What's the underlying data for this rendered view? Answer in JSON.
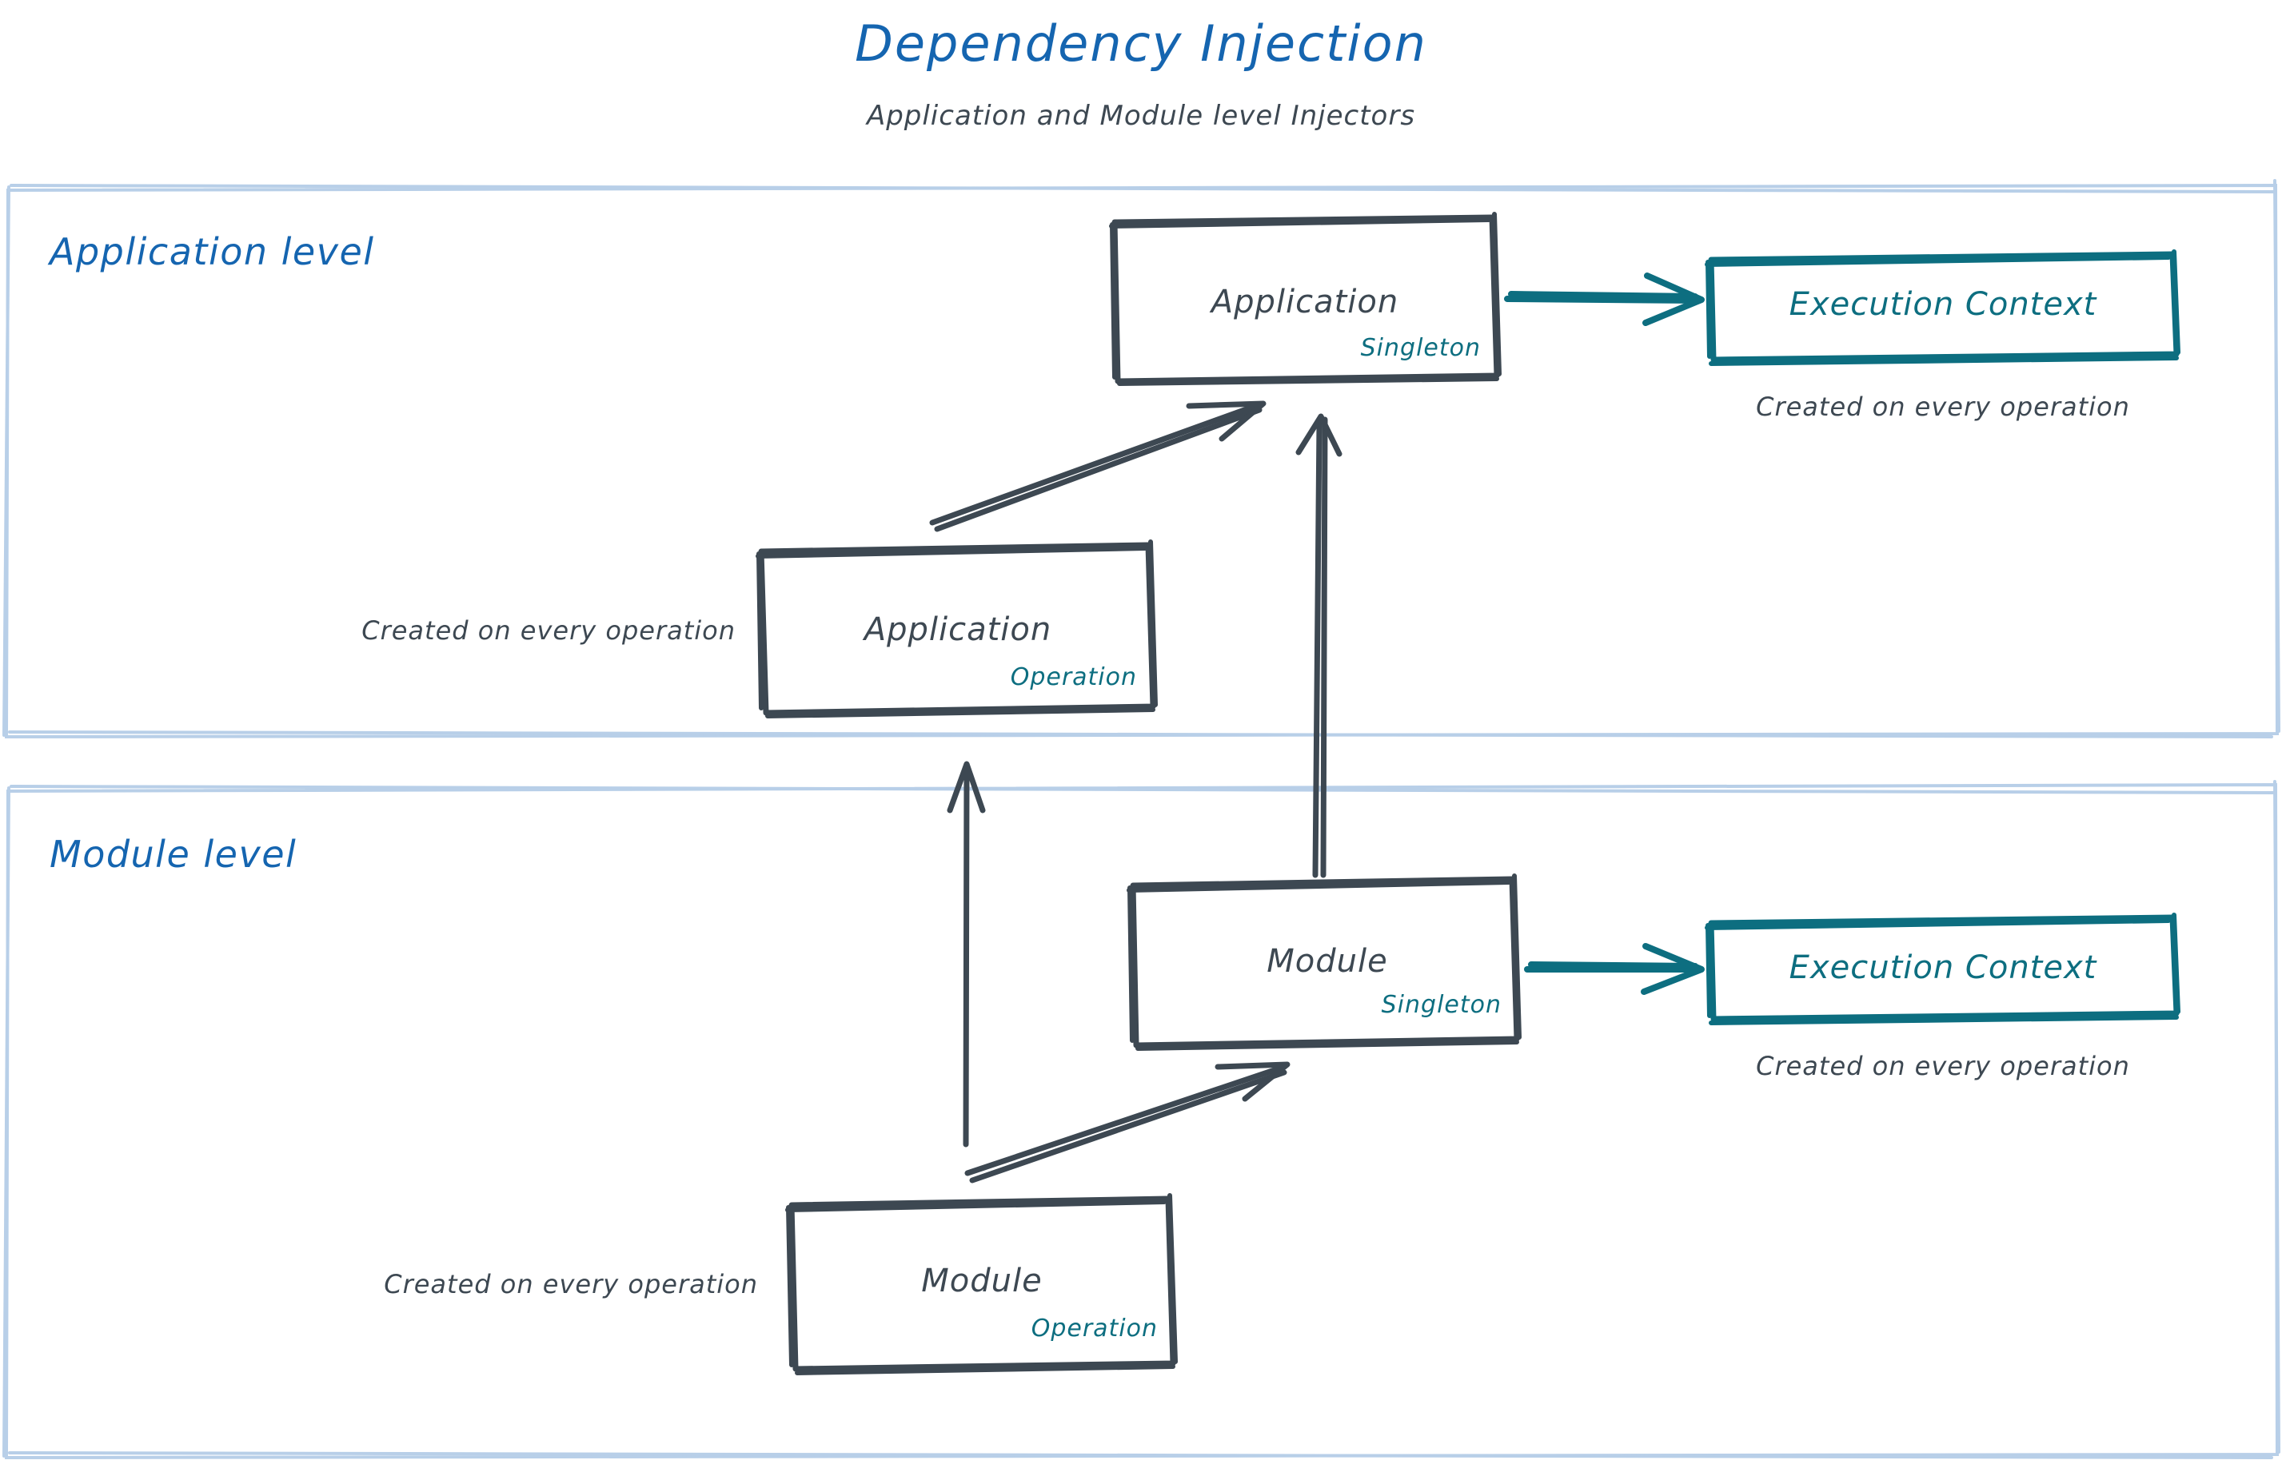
{
  "header": {
    "title": "Dependency Injection",
    "subtitle": "Application and Module level Injectors",
    "title_color": "#1565b0",
    "subtitle_color": "#3d4852"
  },
  "colors": {
    "panel_border": "#b8cfe8",
    "box_stroke": "#3d4852",
    "accent_teal": "#0d6e80",
    "label_blue": "#1565b0"
  },
  "panels": [
    {
      "id": "application-level",
      "label": "Application level",
      "boxes": [
        {
          "id": "application-singleton",
          "title": "Application",
          "scope": "Singleton",
          "stroke": "#3d4852"
        },
        {
          "id": "application-operation",
          "title": "Application",
          "scope": "Operation",
          "stroke": "#3d4852",
          "note": "Created on every operation"
        },
        {
          "id": "execution-context-application",
          "title": "Execution Context",
          "stroke": "#0d6e80",
          "note": "Created on every operation"
        }
      ]
    },
    {
      "id": "module-level",
      "label": "Module level",
      "boxes": [
        {
          "id": "module-singleton",
          "title": "Module",
          "scope": "Singleton",
          "stroke": "#3d4852"
        },
        {
          "id": "module-operation",
          "title": "Module",
          "scope": "Operation",
          "stroke": "#3d4852",
          "note": "Created on every operation"
        },
        {
          "id": "execution-context-module",
          "title": "Execution Context",
          "stroke": "#0d6e80",
          "note": "Created on every operation"
        }
      ]
    }
  ],
  "connections": [
    {
      "id": "app-singleton-to-exec-ctx",
      "from": "application-singleton",
      "to": "execution-context-application",
      "color": "#0d6e80",
      "style": "arrow"
    },
    {
      "id": "app-operation-to-app-singleton",
      "from": "application-operation",
      "to": "application-singleton",
      "color": "#3d4852",
      "style": "arrow"
    },
    {
      "id": "module-singleton-to-app-singleton",
      "from": "module-singleton",
      "to": "application-singleton",
      "color": "#3d4852",
      "style": "arrow"
    },
    {
      "id": "module-operation-to-app-operation",
      "from": "module-operation",
      "to": "application-operation",
      "color": "#3d4852",
      "style": "arrow"
    },
    {
      "id": "module-operation-to-module-singleton",
      "from": "module-operation",
      "to": "module-singleton",
      "color": "#3d4852",
      "style": "arrow"
    },
    {
      "id": "module-singleton-to-exec-ctx",
      "from": "module-singleton",
      "to": "execution-context-module",
      "color": "#0d6e80",
      "style": "arrow"
    }
  ]
}
